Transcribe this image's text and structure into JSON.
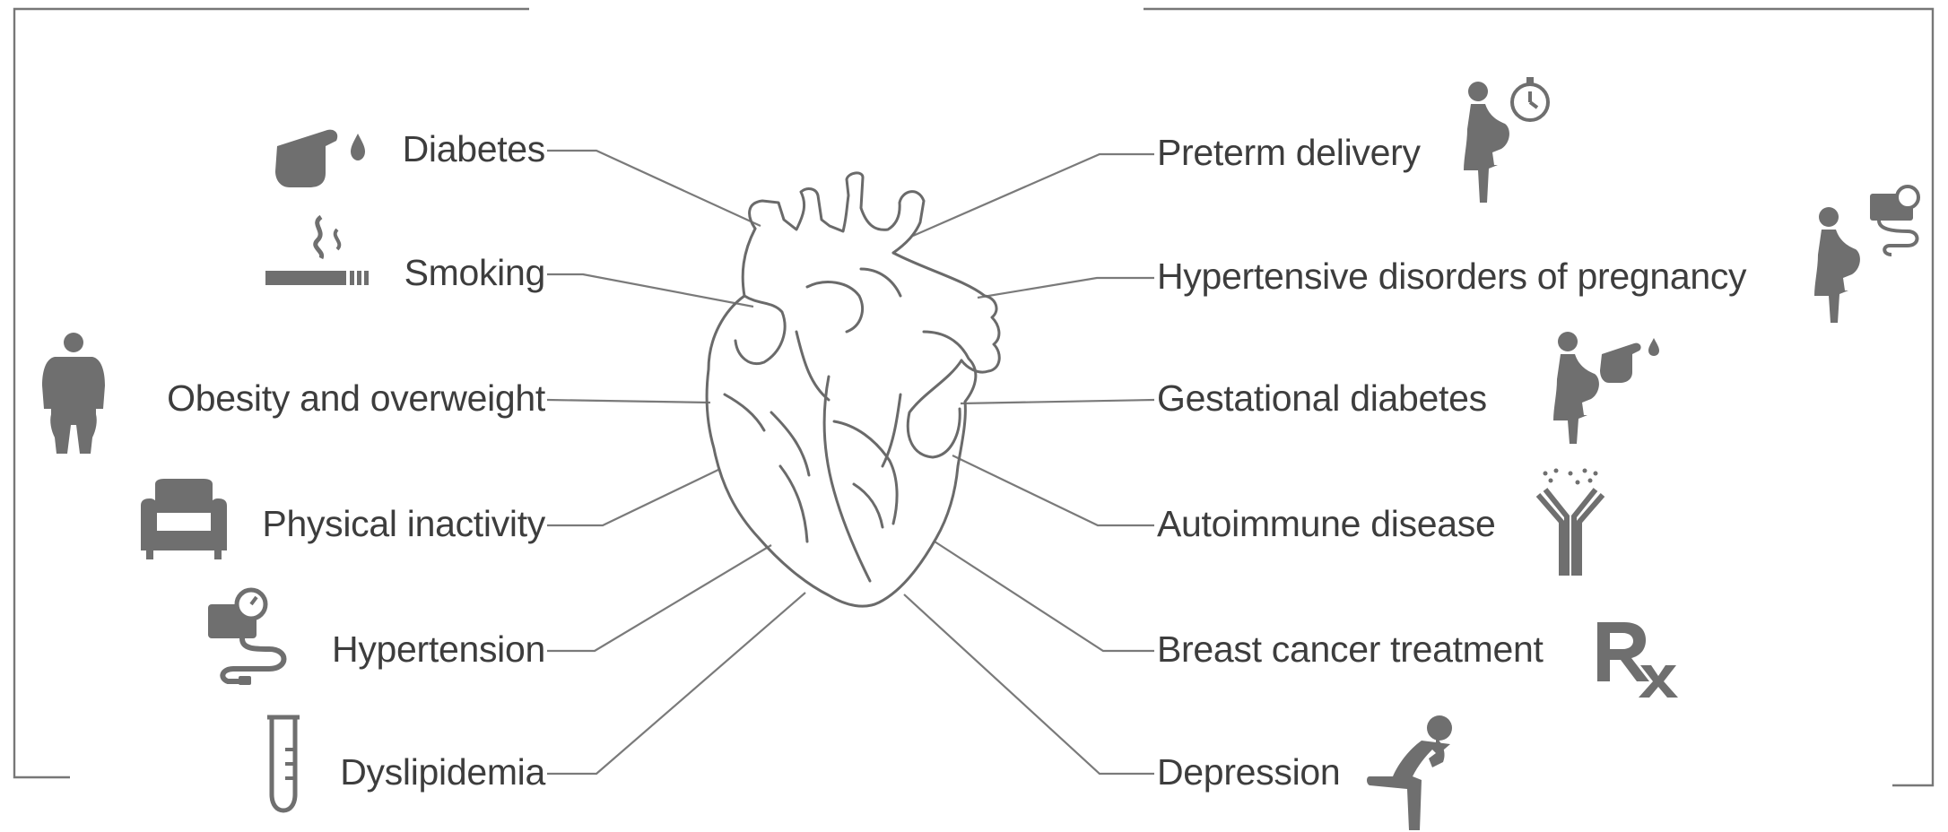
{
  "left_factors": [
    {
      "label": "Diabetes",
      "icon": "finger-prick-blood-drop-icon"
    },
    {
      "label": "Smoking",
      "icon": "cigarette-icon"
    },
    {
      "label": "Obesity and overweight",
      "icon": "overweight-person-icon"
    },
    {
      "label": "Physical inactivity",
      "icon": "armchair-icon"
    },
    {
      "label": "Hypertension",
      "icon": "blood-pressure-monitor-icon"
    },
    {
      "label": "Dyslipidemia",
      "icon": "test-tube-icon"
    }
  ],
  "right_factors": [
    {
      "label": "Preterm delivery",
      "icon": "pregnant-woman-stopwatch-icon"
    },
    {
      "label": "Hypertensive disorders of pregnancy",
      "icon": "pregnant-woman-blood-pressure-icon"
    },
    {
      "label": "Gestational diabetes",
      "icon": "pregnant-woman-finger-prick-icon"
    },
    {
      "label": "Autoimmune disease",
      "icon": "antibody-icon"
    },
    {
      "label": "Breast cancer treatment",
      "icon": "prescription-rx-icon"
    },
    {
      "label": "Depression",
      "icon": "depressed-person-icon"
    }
  ],
  "center": {
    "icon": "anatomical-heart-icon"
  },
  "colors": {
    "text": "#3d3d3d",
    "icon": "#6f6f6f",
    "line": "#7a7a7a"
  }
}
